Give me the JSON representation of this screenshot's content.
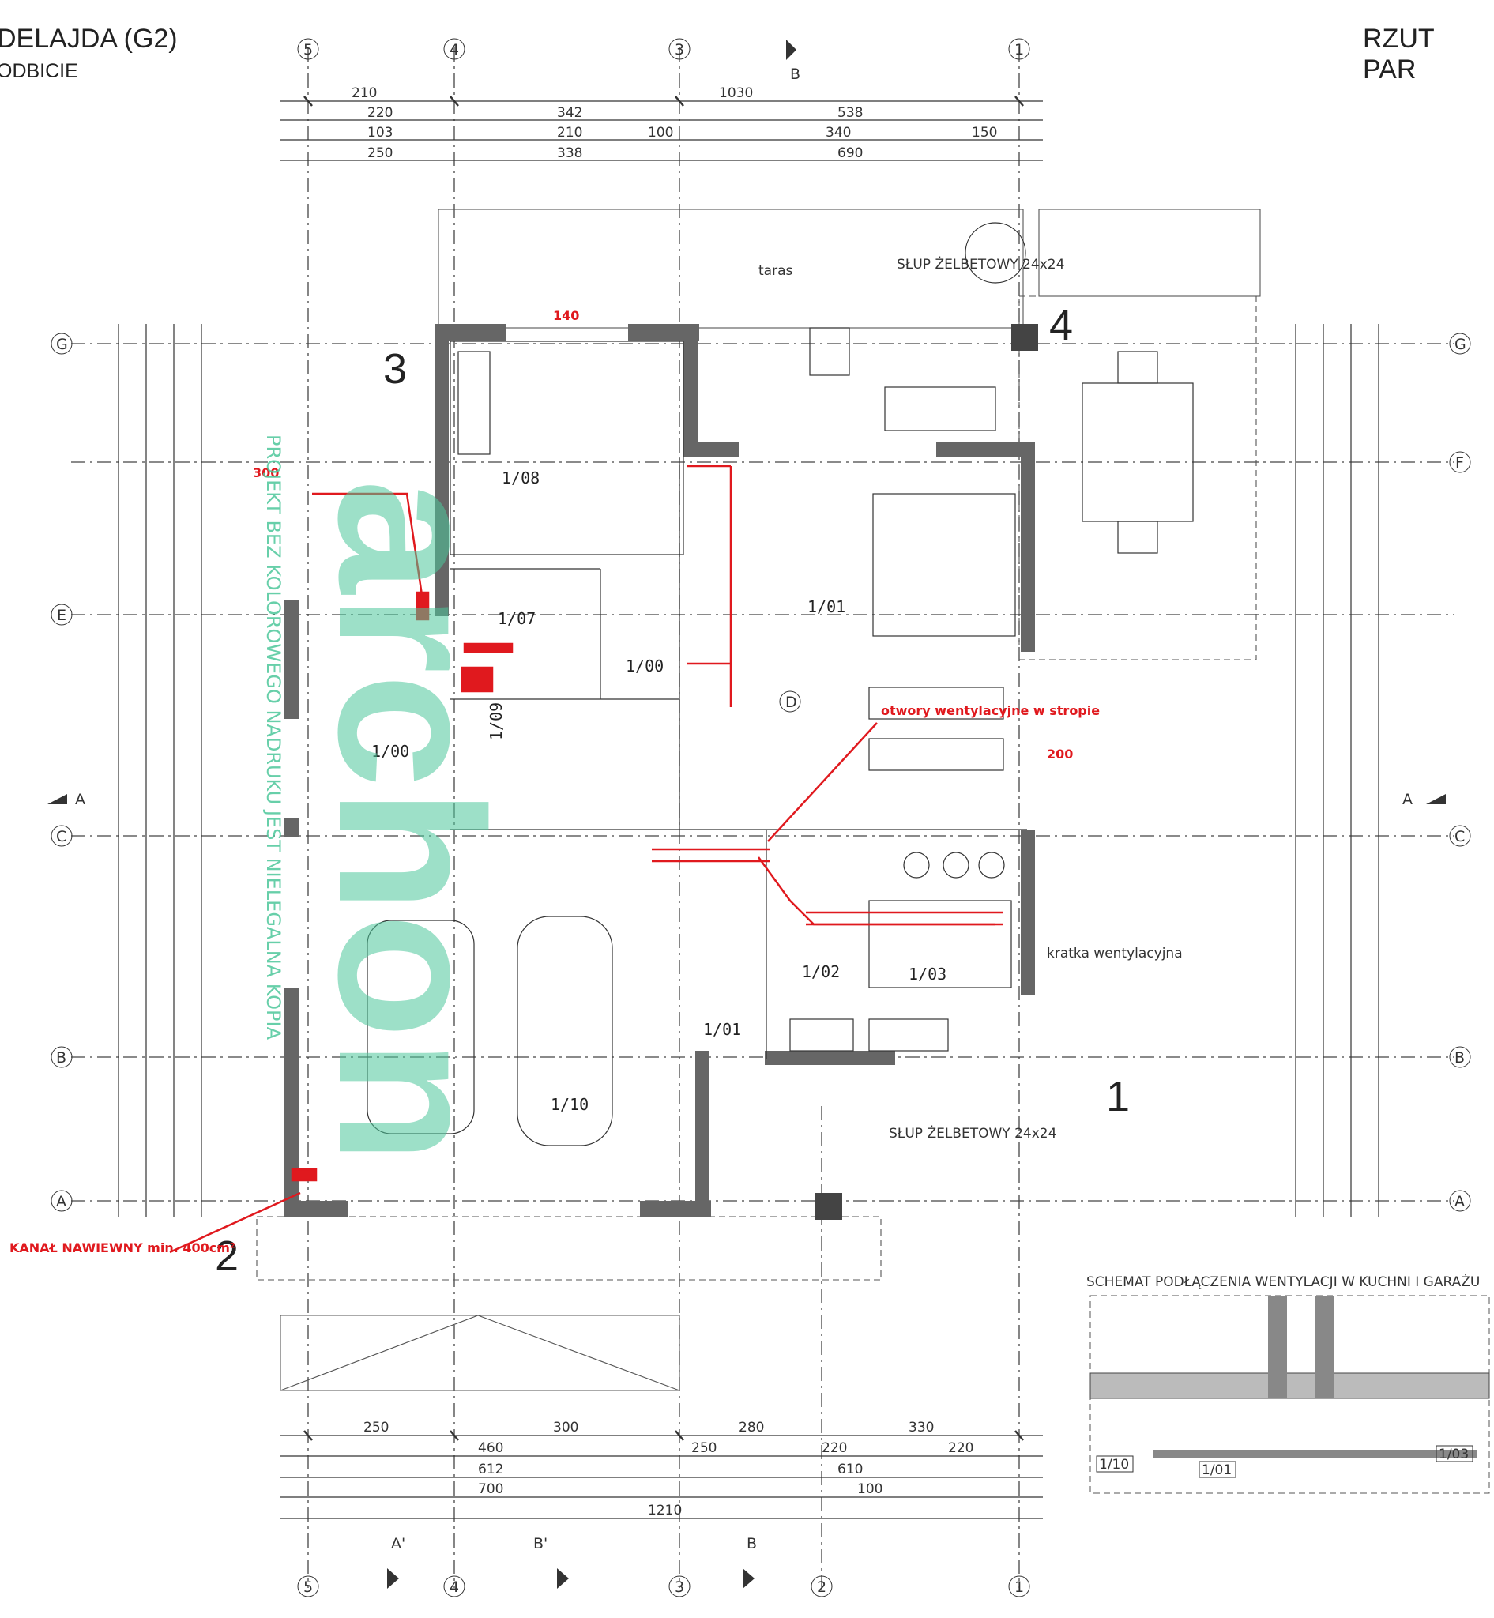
{
  "header": {
    "title_left": "DELAJDA (G2)",
    "subtitle_left": "ODBICIE",
    "title_right": "RZUT PAR"
  },
  "watermark": {
    "text": "PROJEKT BEZ KOLOROWEGO NADRUKU JEST NIELEGALNA KOPIA",
    "color": "#4cc79a"
  },
  "axes": {
    "numbered": [
      "5",
      "4",
      "3",
      "2",
      "1"
    ],
    "lettered": [
      "G",
      "F",
      "E",
      "D",
      "C",
      "B",
      "A"
    ]
  },
  "rooms": [
    "1/08",
    "1/07",
    "1/00",
    "1/09",
    "1/00",
    "1/01",
    "1/02",
    "1/03",
    "1/01",
    "1/10"
  ],
  "markers": [
    "1",
    "2",
    "3",
    "4"
  ],
  "top_dimensions": [
    "210",
    "1030",
    "220",
    "342",
    "538",
    "103",
    "210",
    "100",
    "340",
    "150",
    "250",
    "338",
    "690"
  ],
  "bottom_dimensions": [
    "250",
    "300",
    "280",
    "330",
    "460",
    "250",
    "220",
    "220",
    "612",
    "610",
    "700",
    "100",
    "1210"
  ],
  "notes": {
    "terrace": "taras",
    "chimney_top": "SŁUP ŻELBETOWY 24x24",
    "chimney_bottom": "SŁUP ŻELBETOWY 24x24",
    "vent_red": "otwory wentylacyjne w stropie",
    "channel_red": "KANAŁ NAWIEWNY min. 400cm²",
    "kitchen_note": "kratka wentylacyjna"
  },
  "red_values": [
    "140",
    "300",
    "200"
  ],
  "section_marks": [
    "A",
    "A",
    "B",
    "B",
    "A'",
    "B'"
  ],
  "inset": {
    "title": "SCHEMAT PODŁĄCZENIA WENTYLACJI W KUCHNI I GARAŻU",
    "rooms": [
      "1/10",
      "1/01",
      "1/03"
    ]
  },
  "colors": {
    "line": "#333333",
    "wall": "#555555",
    "accent_red": "#e0191e",
    "watermark": "#4cc79a"
  }
}
